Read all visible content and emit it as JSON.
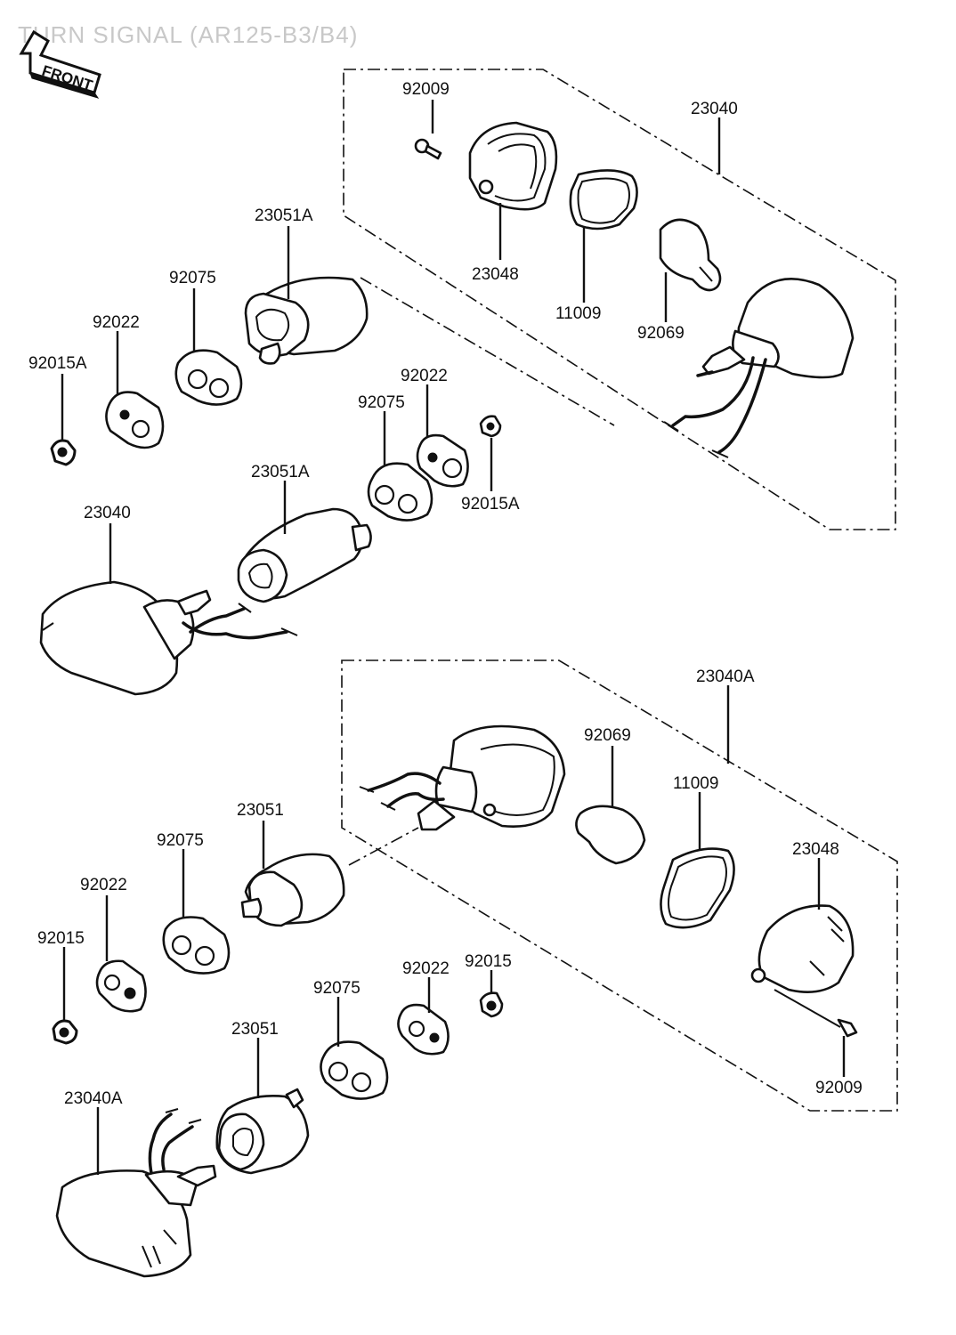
{
  "title": "TURN SIGNAL (AR125-B3/B4)",
  "front_label": "FRONT",
  "callouts": {
    "top_92009": "92009",
    "top_23040": "23040",
    "top_23048": "23048",
    "top_11009": "11009",
    "top_92069": "92069",
    "top_23051A_a": "23051A",
    "top_92075_a": "92075",
    "top_92022_a": "92022",
    "top_92015A_a": "92015A",
    "top_92022_b": "92022",
    "top_92075_b": "92075",
    "top_23051A_b": "23051A",
    "top_92015A_b": "92015A",
    "left_23040": "23040",
    "bot_23040A": "23040A",
    "bot_92069": "92069",
    "bot_11009": "11009",
    "bot_23048": "23048",
    "bot_23051_a": "23051",
    "bot_92075_a": "92075",
    "bot_92022_a": "92022",
    "bot_92015_a": "92015",
    "bot_92015_b": "92015",
    "bot_92022_b": "92022",
    "bot_92075_b": "92075",
    "bot_23051_b": "23051",
    "bot_23040A_left": "23040A",
    "bot_92009": "92009"
  }
}
